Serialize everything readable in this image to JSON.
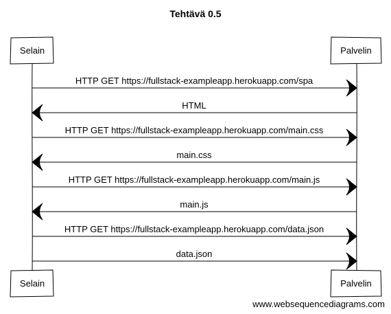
{
  "title": "Tehtävä 0.5",
  "participants": [
    "Selain",
    "Palvelin"
  ],
  "messages": [
    {
      "from": "Selain",
      "to": "Palvelin",
      "label": "HTTP GET https://fullstack-exampleapp.herokuapp.com/spa"
    },
    {
      "from": "Palvelin",
      "to": "Selain",
      "label": "HTML"
    },
    {
      "from": "Selain",
      "to": "Palvelin",
      "label": "HTTP GET https://fullstack-exampleapp.herokuapp.com/main.css"
    },
    {
      "from": "Palvelin",
      "to": "Selain",
      "label": "main.css"
    },
    {
      "from": "Selain",
      "to": "Palvelin",
      "label": "HTTP GET https://fullstack-exampleapp.herokuapp.com/main.js"
    },
    {
      "from": "Palvelin",
      "to": "Selain",
      "label": "main.js"
    },
    {
      "from": "Selain",
      "to": "Palvelin",
      "label": "HTTP GET https://fullstack-exampleapp.herokuapp.com/data.json"
    },
    {
      "from": "Selain",
      "to": "Palvelin",
      "label": "data.json"
    }
  ],
  "footer": "www.websequencediagrams.com"
}
